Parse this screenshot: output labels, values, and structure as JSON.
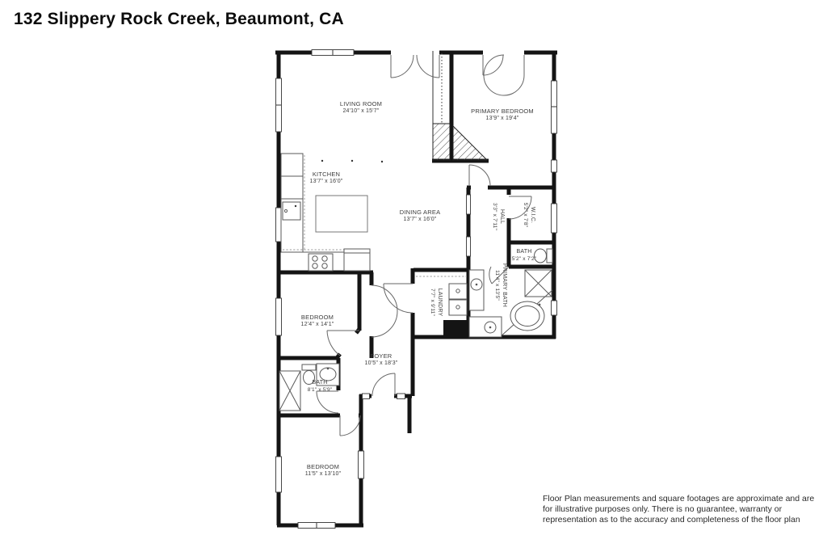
{
  "header": {
    "title": "132 Slippery Rock Creek, Beaumont, CA"
  },
  "floor_plan": {
    "rooms": [
      {
        "id": "living-room",
        "name": "LIVING ROOM",
        "dims": "24'10\" x 15'7\""
      },
      {
        "id": "primary-bedroom",
        "name": "PRIMARY BEDROOM",
        "dims": "13'9\" x 19'4\""
      },
      {
        "id": "kitchen",
        "name": "KITCHEN",
        "dims": "13'7\" x 16'0\""
      },
      {
        "id": "dining-area",
        "name": "DINING AREA",
        "dims": "13'7\" x 16'0\""
      },
      {
        "id": "hall",
        "name": "HALL",
        "dims": "3'3\" x 7'11\""
      },
      {
        "id": "walk-in-closet",
        "name": "W.I.C.",
        "dims": "5'2\" x 7'8\""
      },
      {
        "id": "bath-upper",
        "name": "BATH",
        "dims": "5'2\" x 7'2\""
      },
      {
        "id": "primary-bath",
        "name": "PRIMARY BATH",
        "dims": "11'4\" x 13'5\""
      },
      {
        "id": "laundry",
        "name": "LAUNDRY",
        "dims": "7'7\" x 9'11\""
      },
      {
        "id": "bedroom-1",
        "name": "BEDROOM",
        "dims": "12'4\" x 14'1\""
      },
      {
        "id": "foyer",
        "name": "FOYER",
        "dims": "10'5\" x 18'3\""
      },
      {
        "id": "bath-lower",
        "name": "BATH",
        "dims": "8'1\" x 5'9\""
      },
      {
        "id": "bedroom-2",
        "name": "BEDROOM",
        "dims": "11'5\" x 13'10\""
      }
    ],
    "disclaimer": "Floor Plan measurements and square footages are approximate and are for illustrative purposes only. There is no guarantee, warranty or representation as to the accuracy and completeness of the floor plan",
    "colors": {
      "wall": "#141414",
      "label": "#3c3c3c",
      "background": "#ffffff"
    }
  }
}
